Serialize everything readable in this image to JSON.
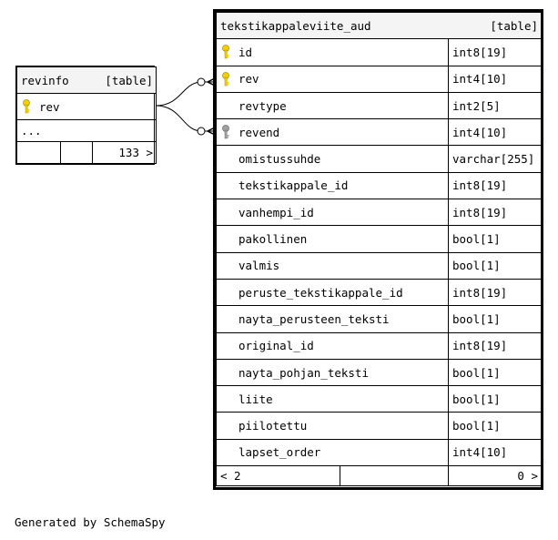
{
  "revinfo": {
    "name": "revinfo",
    "type_label": "[table]",
    "columns": [
      {
        "name": "rev",
        "key": "primary"
      }
    ],
    "more": "...",
    "footer": {
      "left": "",
      "middle": "",
      "right": "133 >"
    }
  },
  "main_table": {
    "name": "tekstikappaleviite_aud",
    "type_label": "[table]",
    "columns": [
      {
        "name": "id",
        "type": "int8[19]",
        "key": "primary"
      },
      {
        "name": "rev",
        "type": "int4[10]",
        "key": "primary"
      },
      {
        "name": "revtype",
        "type": "int2[5]",
        "key": "none"
      },
      {
        "name": "revend",
        "type": "int4[10]",
        "key": "foreign"
      },
      {
        "name": "omistussuhde",
        "type": "varchar[255]",
        "key": "none"
      },
      {
        "name": "tekstikappale_id",
        "type": "int8[19]",
        "key": "none"
      },
      {
        "name": "vanhempi_id",
        "type": "int8[19]",
        "key": "none"
      },
      {
        "name": "pakollinen",
        "type": "bool[1]",
        "key": "none"
      },
      {
        "name": "valmis",
        "type": "bool[1]",
        "key": "none"
      },
      {
        "name": "peruste_tekstikappale_id",
        "type": "int8[19]",
        "key": "none"
      },
      {
        "name": "nayta_perusteen_teksti",
        "type": "bool[1]",
        "key": "none"
      },
      {
        "name": "original_id",
        "type": "int8[19]",
        "key": "none"
      },
      {
        "name": "nayta_pohjan_teksti",
        "type": "bool[1]",
        "key": "none"
      },
      {
        "name": "liite",
        "type": "bool[1]",
        "key": "none"
      },
      {
        "name": "piilotettu",
        "type": "bool[1]",
        "key": "none"
      },
      {
        "name": "lapset_order",
        "type": "int4[10]",
        "key": "none"
      }
    ],
    "footer": {
      "left": "< 2",
      "middle": "",
      "right": "0 >"
    }
  },
  "generated_by": "Generated by SchemaSpy",
  "colors": {
    "header_bg": "#f4f4f4",
    "primary_key": "#f0d000",
    "foreign_key": "#a0a0a0",
    "line": "#000000"
  }
}
